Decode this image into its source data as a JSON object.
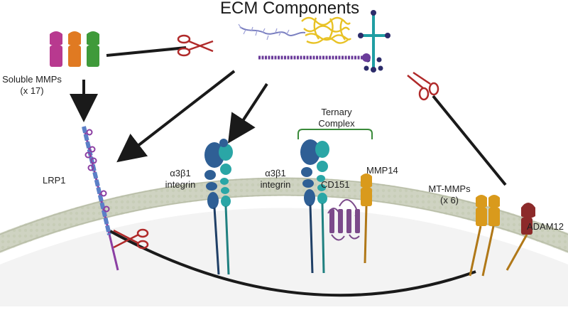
{
  "title": "ECM Components",
  "labels": {
    "soluble_mmps_line1": "Soluble MMPs",
    "soluble_mmps_line2": "(x 17)",
    "lrp1": "LRP1",
    "integrin1_line1": "α3β1",
    "integrin1_line2": "integrin",
    "ternary_line1": "Ternary",
    "ternary_line2": "Complex",
    "integrin2_line1": "α3β1",
    "integrin2_line2": "integrin",
    "cd151": "CD151",
    "mmp14": "MMP14",
    "mt_mmps_line1": "MT-MMPs",
    "mt_mmps_line2": "(x 6)",
    "adam12": "ADAM12"
  },
  "icons": {
    "scissors": "scissors-icon",
    "arrow": "arrow-icon"
  },
  "colors": {
    "mmp_magenta": "#b8398f",
    "mmp_orange": "#e07a22",
    "mmp_green": "#3f9a3a",
    "integrin_dark": "#2f5f95",
    "integrin_teal": "#2aa6a6",
    "cd151_purple": "#7b4a8a",
    "mt_mmp_gold": "#d99a1c",
    "adam12_maroon": "#8c2a2a",
    "lrp1_blue": "#5b7fc7",
    "scissors_red": "#b02a2a",
    "bracket_green": "#3a8a3a",
    "membrane": "#c9cdb8"
  }
}
